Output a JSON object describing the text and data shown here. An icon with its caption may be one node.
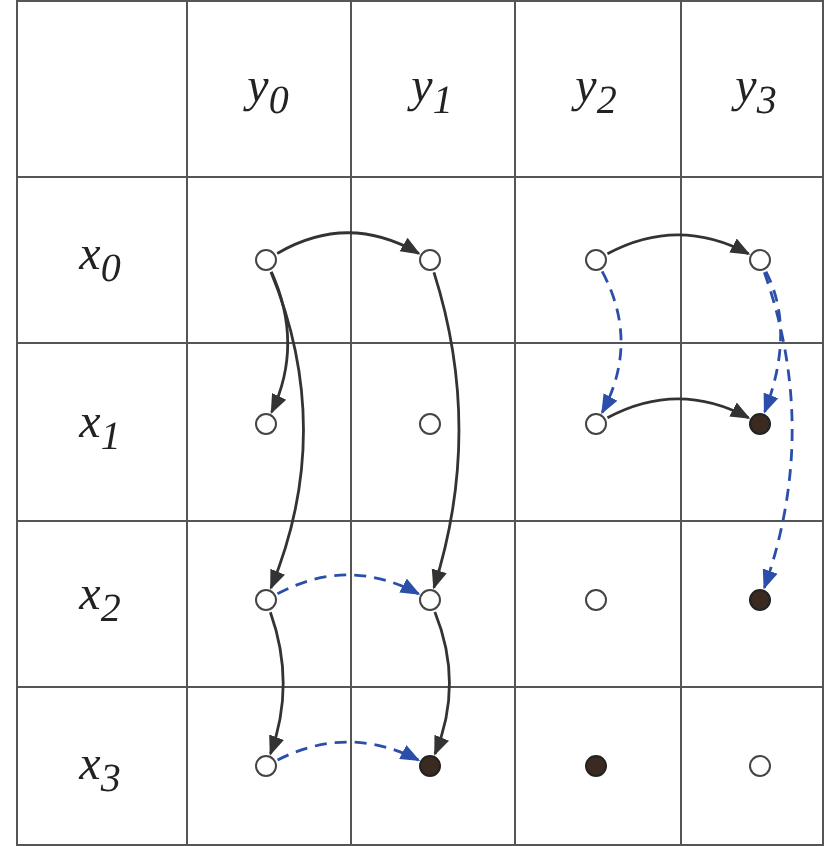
{
  "diagram": {
    "nodes": [
      {
        "text": [],
        "shape": "circle"
      },
      {
        "text": [],
        "shape": "circle"
      },
      {
        "text": [],
        "shape": "circle"
      },
      {
        "text": [],
        "shape": "circle"
      },
      {
        "text": [],
        "shape": "circle"
      },
      {
        "text": [],
        "shape": "circle"
      },
      {
        "text": [],
        "shape": "circle"
      },
      {
        "text": [],
        "shape": "dot"
      },
      {
        "text": [],
        "shape": "circle"
      },
      {
        "text": [],
        "shape": "circle"
      },
      {
        "text": [],
        "shape": "circle"
      },
      {
        "text": [],
        "shape": "dot"
      },
      {
        "text": [],
        "shape": "circle"
      },
      {
        "text": [],
        "shape": "dot"
      },
      {
        "text": [],
        "shape": "dot"
      },
      {
        "text": [],
        "shape": "circle"
      }
    ],
    "edges": [
      {
        "from": 0,
        "to": 1,
        "arrow": "to"
      },
      {
        "from": 0,
        "to": 4,
        "arrow": "to"
      },
      {
        "from": 0,
        "to": 8,
        "arrow": "to"
      },
      {
        "from": 1,
        "to": 9,
        "arrow": "to"
      },
      {
        "from": 8,
        "to": 12,
        "arrow": "to"
      },
      {
        "from": 9,
        "to": 13,
        "arrow": "to"
      },
      {
        "from": 2,
        "to": 3,
        "arrow": "to"
      },
      {
        "from": 6,
        "to": 7,
        "arrow": "to"
      },
      {
        "from": 8,
        "to": 9,
        "arrow": "to",
        "style": "dashed",
        "color": "#2b4fa8"
      },
      {
        "from": 12,
        "to": 13,
        "arrow": "to",
        "style": "dashed",
        "color": "#2b4fa8"
      },
      {
        "from": 2,
        "to": 6,
        "arrow": "to",
        "style": "dashed",
        "color": "#2b4fa8"
      },
      {
        "from": 3,
        "to": 7,
        "arrow": "to",
        "style": "dashed",
        "color": "#2b4fa8"
      },
      {
        "from": 3,
        "to": 11,
        "arrow": "to",
        "style": "dashed",
        "color": "#2b4fa8"
      }
    ],
    "labels": [
      "y$_{0}$",
      "y$_{1}$",
      "y$_{2}$",
      "y$_{3}$",
      "x$_{0}$",
      "x$_{1}$",
      "x$_{2}$",
      "x$_{3}$"
    ]
  }
}
